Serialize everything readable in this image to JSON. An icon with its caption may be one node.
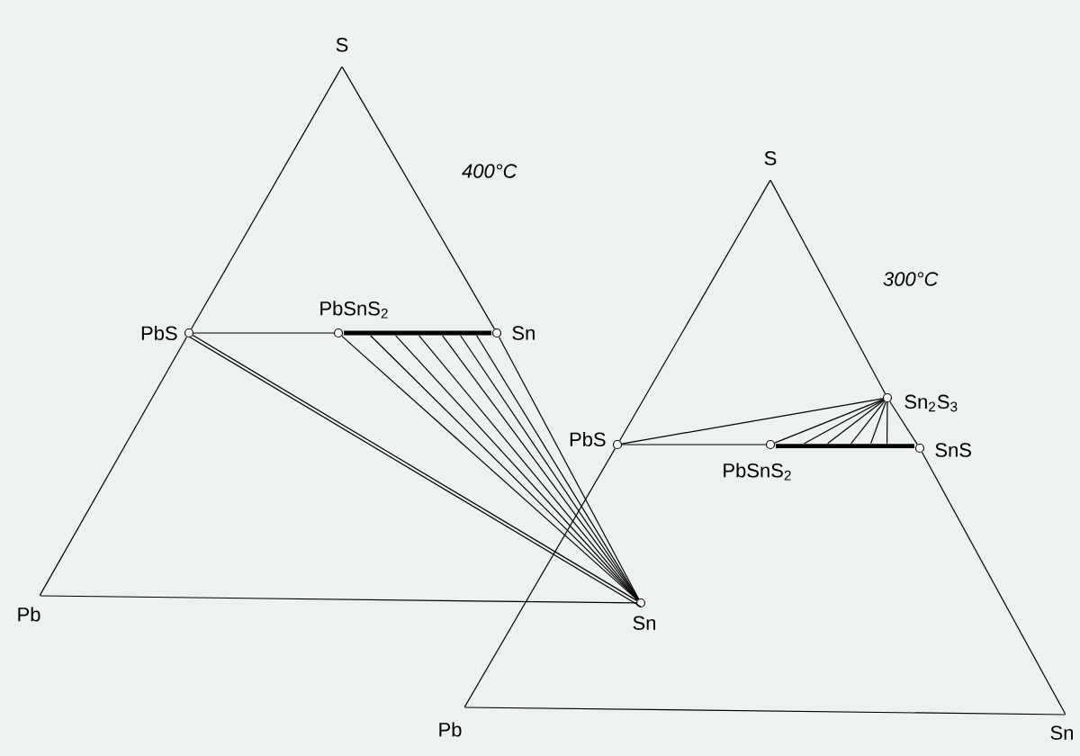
{
  "diagram": {
    "nodes": [
      {
        "text": [
          "S"
        ]
      },
      {
        "text": [
          "Pb"
        ]
      },
      {
        "text": [
          "Sn"
        ]
      },
      {
        "text": [
          "PbS"
        ]
      },
      {
        "text": [
          "PbSnS$_{2}$"
        ]
      },
      {
        "text": [
          "Sn"
        ]
      },
      {
        "text": [
          "S"
        ]
      },
      {
        "text": [
          "Pb"
        ]
      },
      {
        "text": [
          "Sn"
        ]
      },
      {
        "text": [
          "PbS"
        ]
      },
      {
        "text": [
          "Sn$_{2}$S$_{3}$"
        ]
      },
      {
        "text": [
          "PbSnS$_{2}$"
        ]
      },
      {
        "text": [
          "SnS"
        ]
      },
      {
        "text": [],
        "shape": "bar"
      },
      {
        "text": [],
        "shape": "bar"
      }
    ],
    "edges": [
      {
        "from": 0,
        "to": 3,
        "arrow": "none"
      },
      {
        "from": 3,
        "to": 1,
        "arrow": "none"
      },
      {
        "from": 0,
        "to": 5,
        "arrow": "none"
      },
      {
        "from": 5,
        "to": 2,
        "arrow": "none"
      },
      {
        "from": 1,
        "to": 2,
        "arrow": "none"
      },
      {
        "from": 3,
        "to": 4,
        "arrow": "none"
      },
      {
        "from": 3,
        "to": 2,
        "arrow": "none"
      },
      {
        "from": 3,
        "to": 2,
        "arrow": "none"
      },
      {
        "from": 4,
        "to": 2,
        "arrow": "none"
      },
      {
        "from": 13,
        "to": 2,
        "arrow": "none"
      },
      {
        "from": 13,
        "to": 2,
        "arrow": "none"
      },
      {
        "from": 13,
        "to": 2,
        "arrow": "none"
      },
      {
        "from": 13,
        "to": 2,
        "arrow": "none"
      },
      {
        "from": 13,
        "to": 2,
        "arrow": "none"
      },
      {
        "from": 13,
        "to": 2,
        "arrow": "none"
      },
      {
        "from": 6,
        "to": 10,
        "arrow": "none"
      },
      {
        "from": 10,
        "to": 12,
        "arrow": "none"
      },
      {
        "from": 12,
        "to": 8,
        "arrow": "none"
      },
      {
        "from": 7,
        "to": 8,
        "arrow": "none"
      },
      {
        "from": 6,
        "to": 9,
        "arrow": "none"
      },
      {
        "from": 9,
        "to": 7,
        "arrow": "none"
      },
      {
        "from": 9,
        "to": 10,
        "arrow": "none"
      },
      {
        "from": 9,
        "to": 11,
        "arrow": "none"
      },
      {
        "from": 11,
        "to": 10,
        "arrow": "none"
      },
      {
        "from": 14,
        "to": 10,
        "arrow": "none"
      },
      {
        "from": 14,
        "to": 10,
        "arrow": "none"
      },
      {
        "from": 14,
        "to": 10,
        "arrow": "none"
      },
      {
        "from": 14,
        "to": 10,
        "arrow": "none"
      },
      {
        "from": 14,
        "to": 10,
        "arrow": "none"
      }
    ],
    "labels": [
      "400°C",
      "300°C"
    ]
  }
}
